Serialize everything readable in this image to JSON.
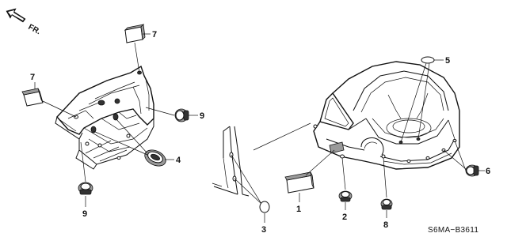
{
  "orientation": {
    "label": "FR."
  },
  "diagram_code": "S6MA−B3611",
  "callouts": [
    {
      "id": "1",
      "part": "rectangular plug"
    },
    {
      "id": "2",
      "part": "grommet"
    },
    {
      "id": "3",
      "part": "round seal"
    },
    {
      "id": "4",
      "part": "oval grommet"
    },
    {
      "id": "5",
      "part": "round seal"
    },
    {
      "id": "6",
      "part": "grommet"
    },
    {
      "id": "7",
      "part": "rectangular plug"
    },
    {
      "id": "8",
      "part": "grommet"
    },
    {
      "id": "9",
      "part": "grommet"
    }
  ]
}
